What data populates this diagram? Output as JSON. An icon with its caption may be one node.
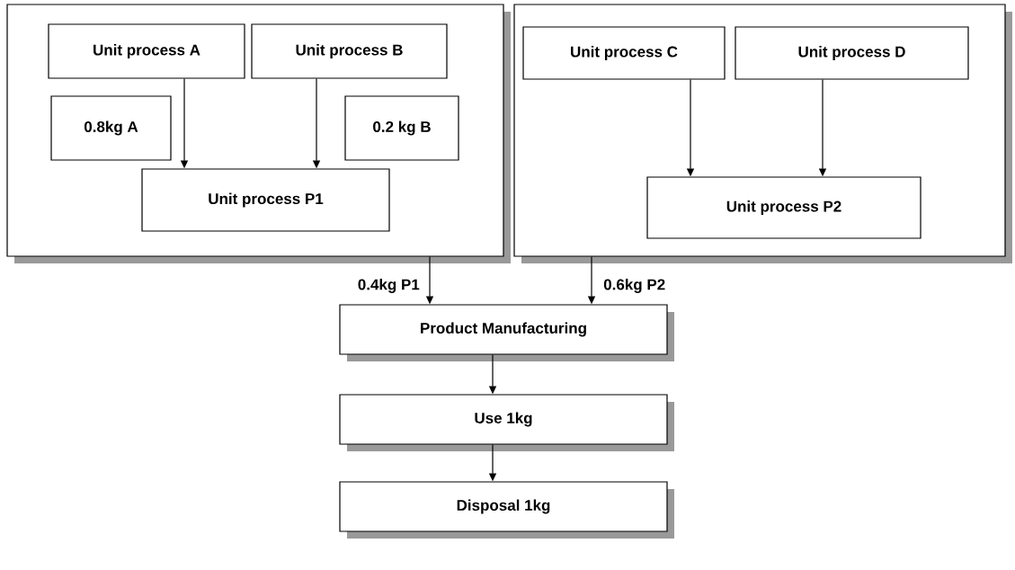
{
  "diagram": {
    "nodes": [
      {
        "text": [],
        "shape": "box"
      },
      {
        "text": [
          "Unit process A"
        ],
        "in": 0
      },
      {
        "text": [
          "Unit process B"
        ],
        "in": 0
      },
      {
        "text": [
          "0.8kg A"
        ],
        "in": 0
      },
      {
        "text": [
          "0.2 kg B"
        ],
        "in": 0
      },
      {
        "text": [
          "Unit process P1"
        ],
        "in": 0
      },
      {
        "text": [],
        "shape": "box"
      },
      {
        "text": [
          "Unit process C"
        ],
        "in": 6
      },
      {
        "text": [
          "Unit process D"
        ],
        "in": 6
      },
      {
        "text": [
          "Unit process P2"
        ],
        "in": 6
      },
      {
        "text": [
          "Product Manufacturing"
        ]
      },
      {
        "text": [
          "Use 1kg"
        ]
      },
      {
        "text": [
          "Disposal 1kg"
        ]
      }
    ],
    "edges": [
      {
        "from": 1,
        "to": 5,
        "arrow": "to"
      },
      {
        "from": 2,
        "to": 5,
        "arrow": "to"
      },
      {
        "from": 7,
        "to": 9,
        "arrow": "to"
      },
      {
        "from": 8,
        "to": 9,
        "arrow": "to"
      },
      {
        "from": 0,
        "to": 10,
        "arrow": "to",
        "label": "0.4kg P1"
      },
      {
        "from": 6,
        "to": 10,
        "arrow": "to",
        "label": "0.6kg P2"
      },
      {
        "from": 10,
        "to": 11,
        "arrow": "to"
      },
      {
        "from": 11,
        "to": 12,
        "arrow": "to"
      }
    ]
  }
}
